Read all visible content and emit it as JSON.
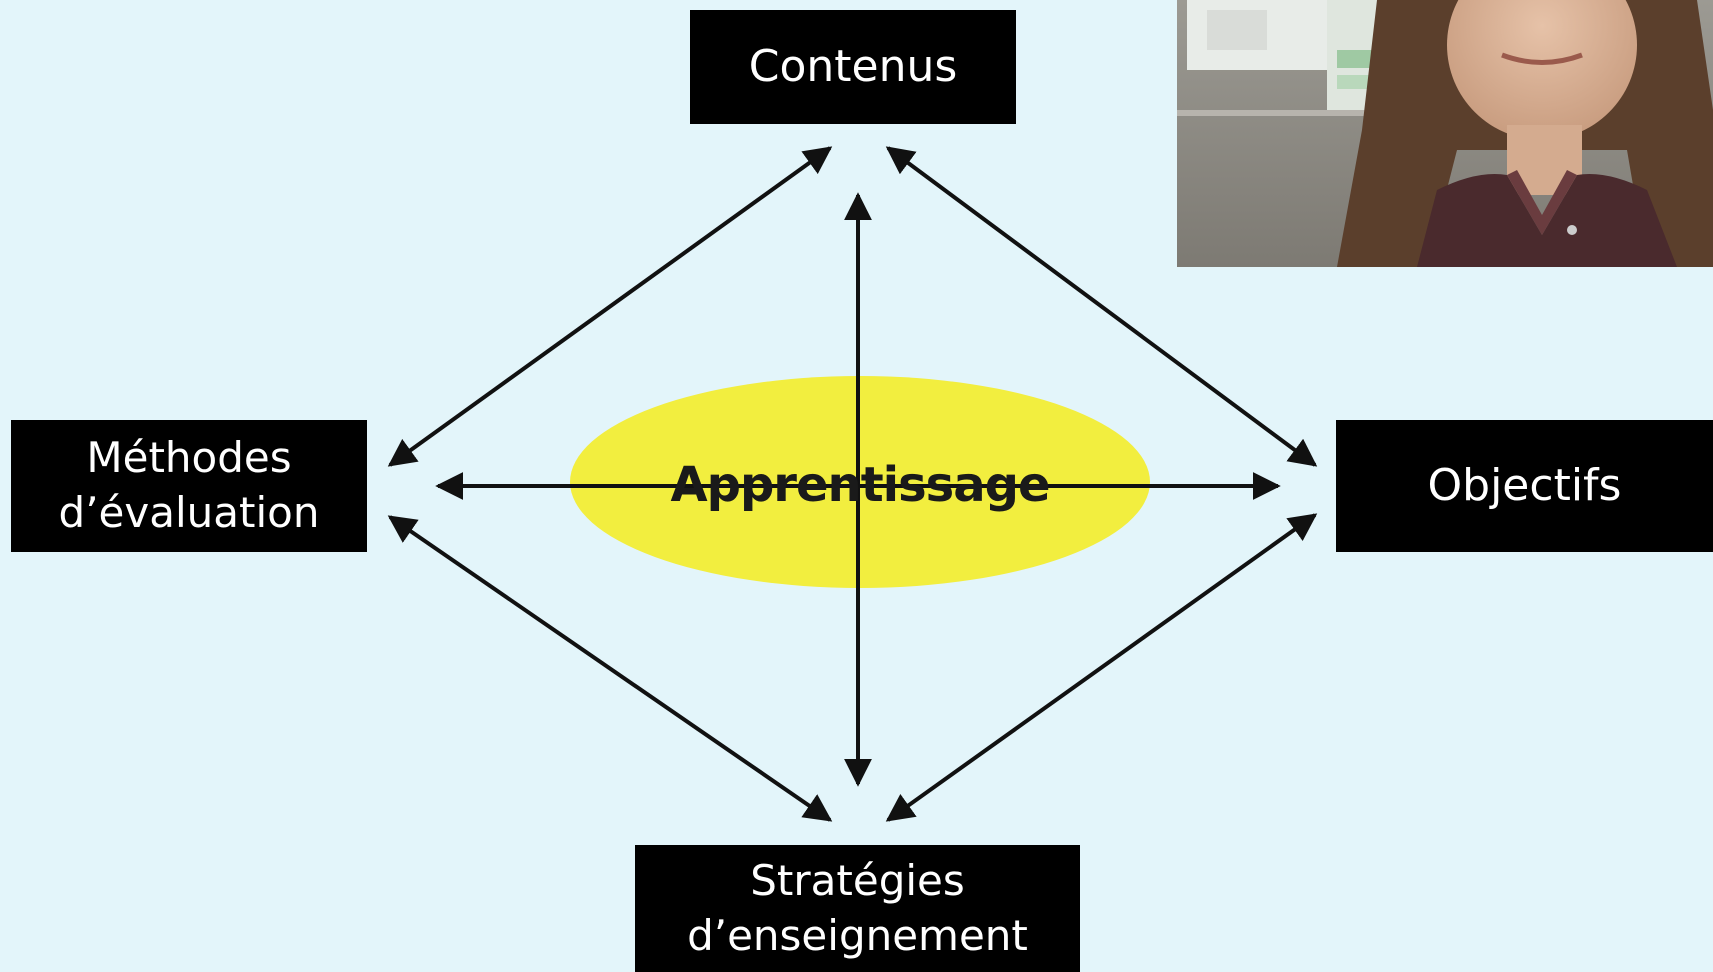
{
  "diagram": {
    "center": {
      "label": "Apprentissage",
      "fill": "#f2ee3f"
    },
    "nodes": {
      "top": {
        "lines": [
          "Contenus"
        ]
      },
      "left": {
        "lines": [
          "Méthodes",
          "d’évaluation"
        ]
      },
      "right": {
        "lines": [
          "Objectifs"
        ]
      },
      "bottom": {
        "lines": [
          "Stratégies",
          "d’enseignement"
        ]
      }
    },
    "box_color": "#000000",
    "text_color": "#ffffff",
    "arrow_color": "#111111",
    "background": "#e3f5fa"
  },
  "webcam": {
    "icon": "presenter-video-icon"
  }
}
